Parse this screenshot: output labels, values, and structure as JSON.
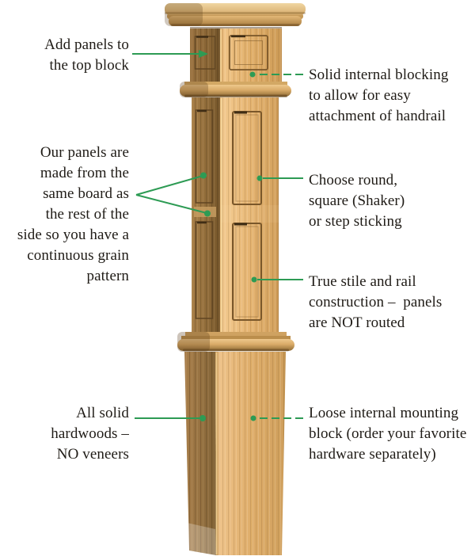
{
  "figure": {
    "subject": "box-newel-post-annotated-diagram",
    "background_color": "#ffffff",
    "callout_color": "#2d9b54",
    "text_color": "#1f1b16",
    "wood_light_color": "#e6b573",
    "wood_shadow_color": "#8d6836"
  },
  "annotations": {
    "add_panels": "Add panels to\nthe top block",
    "solid_blocking": "Solid internal blocking\nto allow for easy\nattachment of handrail",
    "same_board": "Our panels are\nmade from the\nsame board as\nthe rest of the\nside so you have a\ncontinuous grain\npattern",
    "sticking": "Choose round,\nsquare (Shaker)\nor step sticking",
    "stile_rail": "True stile and rail\nconstruction –  panels\nare NOT routed",
    "hardwoods": "All solid\nhardwoods –\nNO veneers",
    "mounting_block": "Loose internal mounting\nblock (order your favorite\nhardware separately)"
  }
}
